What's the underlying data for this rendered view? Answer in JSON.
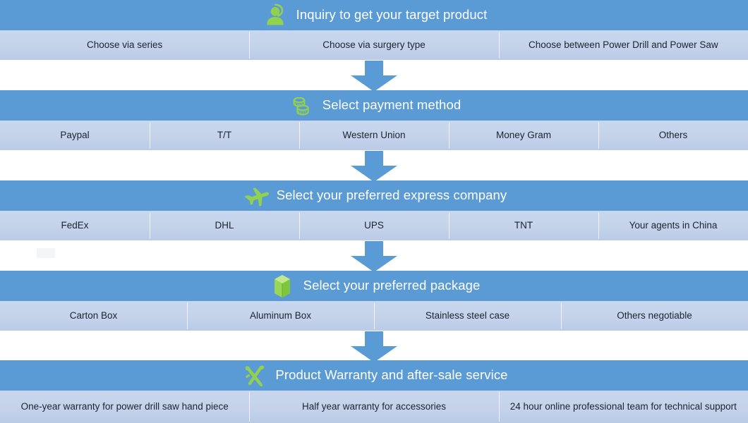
{
  "theme": {
    "band_blue": "#5B9BD5",
    "option_blue": "#C4D3EA",
    "icon_green": "#92D050",
    "band_text": "#FFFFFF",
    "option_text": "#1B2430"
  },
  "sections": [
    {
      "id": "inquiry",
      "icon": "customer-service-agent-icon",
      "title": "Inquiry to get your target product",
      "options": [
        "Choose via series",
        "Choose via surgery type",
        "Choose  between Power Drill and Power Saw"
      ]
    },
    {
      "id": "payment",
      "icon": "coin-stack-icon",
      "title": "Select payment method",
      "options": [
        "Paypal",
        "T/T",
        "Western Union",
        "Money Gram",
        "Others"
      ]
    },
    {
      "id": "express",
      "icon": "airplane-icon",
      "title": "Select your preferred express company",
      "options": [
        "FedEx",
        "DHL",
        "UPS",
        "TNT",
        "Your agents in China"
      ]
    },
    {
      "id": "package",
      "icon": "package-box-icon",
      "title": "Select your preferred package",
      "options": [
        "Carton Box",
        "Aluminum Box",
        "Stainless steel case",
        "Others negotiable"
      ]
    },
    {
      "id": "warranty",
      "icon": "tools-wrench-screwdriver-icon",
      "title": "Product Warranty and after-sale service",
      "options": [
        "One-year warranty for power drill saw hand piece",
        "Half year warranty for accessories",
        "24 hour online professional team for technical support"
      ]
    }
  ],
  "connectors": [
    {
      "name": "arrow-inquiry-to-payment"
    },
    {
      "name": "arrow-payment-to-express"
    },
    {
      "name": "arrow-express-to-package"
    },
    {
      "name": "arrow-package-to-warranty"
    }
  ]
}
